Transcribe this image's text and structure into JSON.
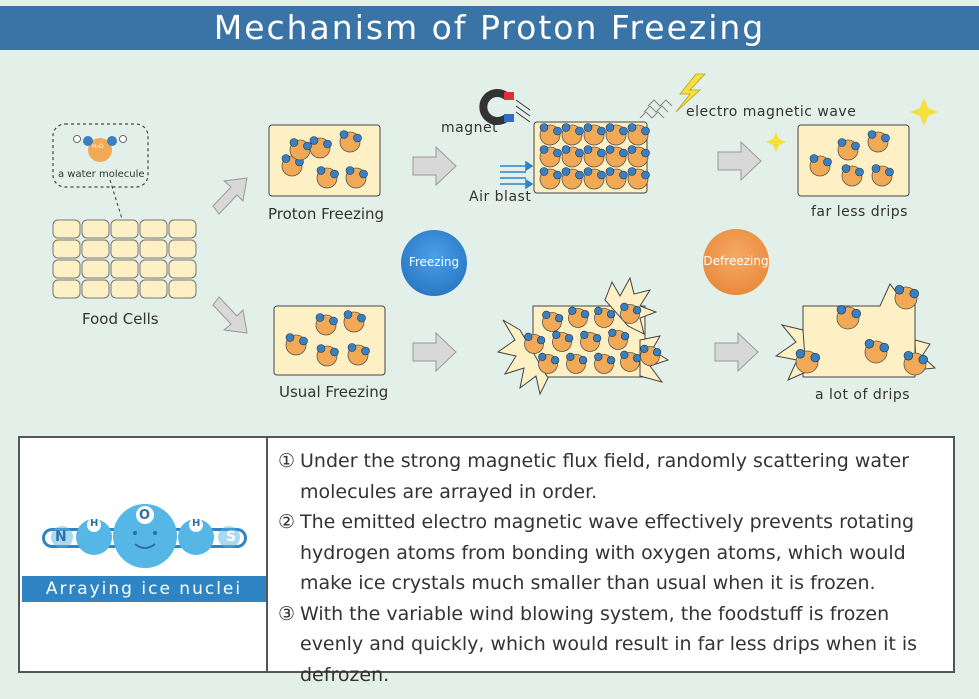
{
  "title": "Mechanism of Proton Freezing",
  "labels": {
    "water_molecule": "a water molecule",
    "water_molecule_center": "H₂O",
    "food_cells": "Food Cells",
    "proton_freezing": "Proton Freezing",
    "usual_freezing": "Usual Freezing",
    "magnet": "magnet",
    "air_blast": "Air blast",
    "em_wave": "electro magnetic wave",
    "far_less_drips": "far less drips",
    "lot_of_drips": "a lot of drips",
    "freezing": "Freezing",
    "defreezing": "Defreezing"
  },
  "ice_nuclei": {
    "caption": "Arraying ice nuclei",
    "atoms": [
      "N",
      "H",
      "O",
      "H",
      "S"
    ]
  },
  "points": [
    {
      "num": "①",
      "text": "Under the strong magnetic flux field, randomly scattering water molecules are arrayed in order."
    },
    {
      "num": "②",
      "text": "The emitted electro magnetic wave effectively prevents rotating hydrogen atoms from bonding with oxygen atoms, which would make ice crystals much smaller than usual when it is frozen."
    },
    {
      "num": "③",
      "text": "With the variable wind blowing system, the foodstuff is frozen evenly and quickly, which would result in far less drips when it is defrozen."
    }
  ],
  "colors": {
    "title_bar": "#3a74a6",
    "background": "#e3efe9",
    "cell_fill": "#fdf0c4",
    "molecule_orange": "#f2a955",
    "hydrogen_blue": "#3a7fc1",
    "freezing_bubble": "#3b8fd9",
    "defreezing_bubble": "#f2994a"
  }
}
